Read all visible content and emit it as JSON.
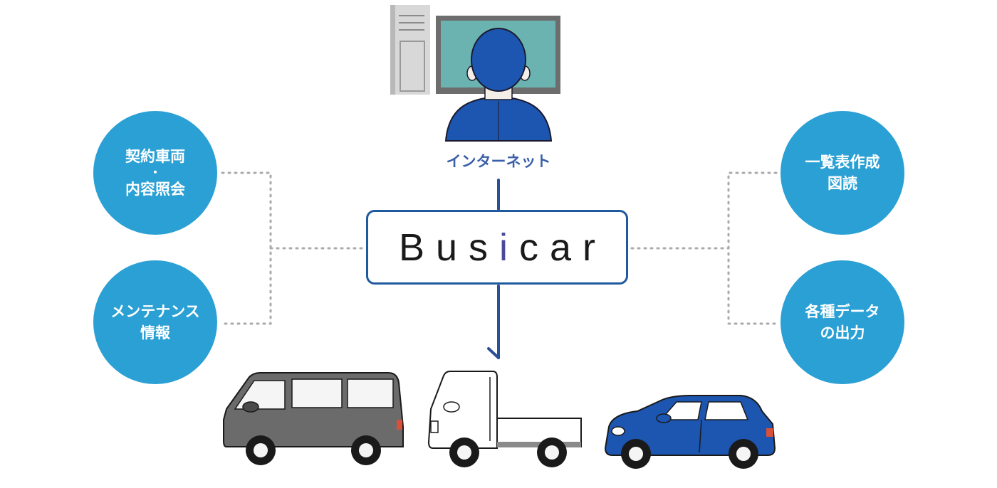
{
  "diagram": {
    "internet_label": "インターネット",
    "system_name": {
      "part1": "Bus",
      "accent": "i",
      "part2": "car"
    },
    "left_features": [
      {
        "line1": "契約車両",
        "separator": "・",
        "line2": "内容照会"
      },
      {
        "line1": "メンテナンス",
        "line2": "情報"
      }
    ],
    "right_features": [
      {
        "line1": "一覧表作成",
        "line2": "図読"
      },
      {
        "line1": "各種データ",
        "line2": "の出力"
      }
    ],
    "colors": {
      "circle": "#2aa0d4",
      "box_border": "#1f5a9e",
      "arrow": "#2b4f96",
      "connector": "#aaaaaa",
      "van": "#6b6b6b",
      "truck": "#ffffff",
      "car": "#1d56b0"
    },
    "icons": [
      "computer-tower-icon",
      "monitor-icon",
      "operator-icon",
      "van-icon",
      "truck-icon",
      "car-icon"
    ]
  }
}
